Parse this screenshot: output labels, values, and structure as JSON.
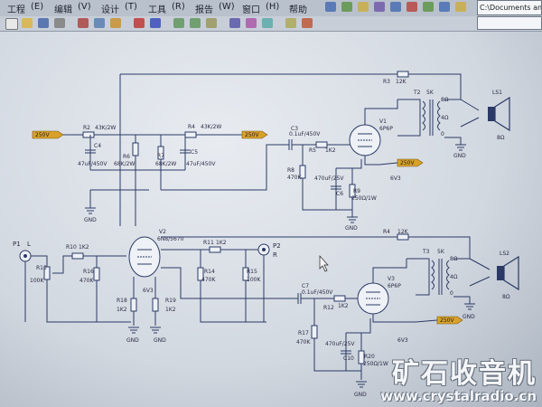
{
  "menubar": {
    "items": [
      "工程",
      "(E)",
      "编辑",
      "(V)",
      "设计",
      "(T)",
      "工具",
      "(R)",
      "报告",
      "(W)",
      "窗口",
      "(H)",
      "帮助"
    ]
  },
  "pathbar": {
    "value": "C:\\Documents and Setti"
  },
  "toolbar": {
    "icons": [
      "new-icon",
      "open-icon",
      "save-icon",
      "print-icon",
      "cut-icon",
      "copy-icon",
      "paste-icon",
      "undo-icon",
      "redo-icon",
      "zoom-icon",
      "wire-icon",
      "bus-icon",
      "net-label-icon",
      "power-icon",
      "part-icon",
      "port-icon"
    ]
  },
  "schematic": {
    "labels": {
      "v250_a": "250V",
      "v250_b": "250V",
      "v250_c": "250V",
      "v250_d": "250V",
      "r2": "R2",
      "r2_val": "43K/2W",
      "r4": "R4",
      "r4_val": "43K/2W",
      "c4": "C4",
      "c4_val": "47uF/450V",
      "c5": "C5",
      "c5_val": "47uF/450V",
      "r6": "R6",
      "r6_val": "68K/2W",
      "r7": "R7",
      "r7_val": "68K/2W",
      "c3": "C3",
      "c3_val": "0.1uF/450V",
      "r5": "R5",
      "r5_val": "1K2",
      "r3": "R3",
      "r3_val": "12K",
      "r4b": "R4",
      "r4b_val": "12K",
      "r8": "R8",
      "r8_val": "470K",
      "c6": "C6",
      "c6_val": "470uF/25V",
      "r9": "R9",
      "r9_val": "250Ω/1W",
      "v1": "V1",
      "v1_type": "6P6P",
      "v3": "V3",
      "v3_type": "6P6P",
      "t2": "T2",
      "t3": "T3",
      "t_pri": "5K",
      "t_8": "8Ω",
      "t_4": "4Ω",
      "t_0": "0",
      "ls1": "LS1",
      "ls2": "LS2",
      "ls_imp": "8Ω",
      "gnd": "GND",
      "h6v3": "6V3",
      "v2": "V2",
      "v2_type": "6N8/5670",
      "p1": "P1",
      "p1_l": "L",
      "p2": "P2",
      "p2_r": "R",
      "r10": "R10",
      "r10_val": "1K2",
      "r11": "R11",
      "r11_val": "1K2",
      "r13": "R13",
      "r13_val": "100K",
      "r14": "R14",
      "r14_val": "470K",
      "r15": "R15",
      "r15_val": "100K",
      "r16": "R16",
      "r16_val": "470K",
      "r18": "R18",
      "r18_val": "1K2",
      "r19": "R19",
      "r19_val": "1K2",
      "c7": "C7",
      "c7_val": "0.1uF/450V",
      "r12": "R12",
      "r12_val": "1K2",
      "r17": "R17",
      "r17_val": "470K",
      "c10": "C10",
      "c10_val": "470uF/25V",
      "r20": "R20",
      "r20_val": "250Ω/1W"
    }
  },
  "watermark": {
    "cn": "矿石收音机",
    "url": "www.crystalradio.cn"
  },
  "colors": {
    "wire": "#2b3a66",
    "label_fill": "#d9a12a",
    "text": "#2c2a44"
  }
}
